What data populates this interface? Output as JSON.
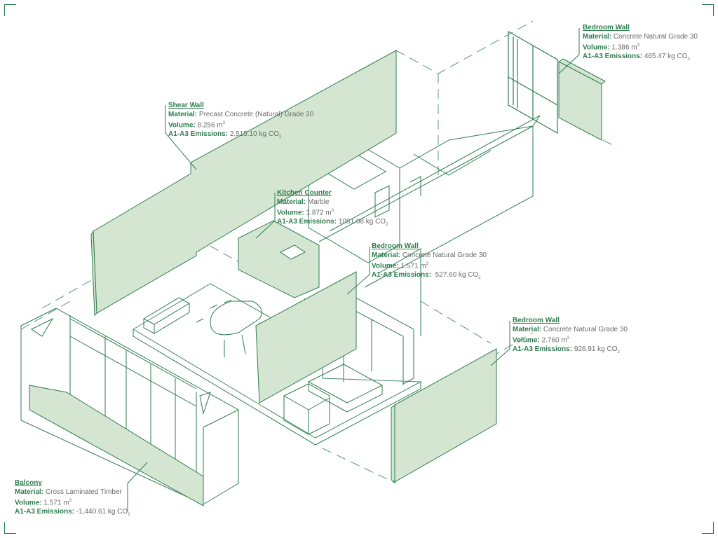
{
  "colors": {
    "line": "#2e7d4f",
    "fill": "#d4e6d2"
  },
  "annotations": [
    {
      "id": "bedroom-wall-top",
      "title": "Bedroom Wall",
      "material_key": "Material:",
      "material": "Concrete Natural Grade 30",
      "volume_key": "Volume:",
      "volume": "1.386 m",
      "volume_unit_sup": "3",
      "emissions_key": "A1-A3 Emissions:",
      "emissions": "465.47 kg CO",
      "emissions_sub": "2"
    },
    {
      "id": "shear-wall",
      "title": "Shear Wall",
      "material_key": "Material:",
      "material": "Precast Concrete (Natural) Grade 20",
      "volume_key": "Volume:",
      "volume": "8.256 m",
      "volume_unit_sup": "3",
      "emissions_key": "A1-A3 Emissions:",
      "emissions": "2,515.10 kg CO",
      "emissions_sub": "2"
    },
    {
      "id": "kitchen-counter",
      "title": "Kitchen Counter",
      "material_key": "Material:",
      "material": "Marble",
      "volume_key": "Volume:",
      "volume": "1.872 m",
      "volume_unit_sup": "3",
      "emissions_key": "A1-A3 Emissions:",
      "emissions": "1081.08 kg CO",
      "emissions_sub": "2"
    },
    {
      "id": "bedroom-wall-middle",
      "title": "Bedroom Wall",
      "material_key": "Material:",
      "material": "Concrete Natural Grade 30",
      "volume_key": "Volume:",
      "volume": "1.571 m",
      "volume_unit_sup": "3",
      "emissions_key": "A1-A3 Emissions:",
      "emissions": " 527.60 kg CO",
      "emissions_sub": "2"
    },
    {
      "id": "bedroom-wall-right",
      "title": "Bedroom Wall",
      "material_key": "Material:",
      "material": "Concrete Natural Grade 30",
      "volume_key": "Volume:",
      "volume": "2.760 m",
      "volume_unit_sup": "3",
      "emissions_key": "A1-A3 Emissions:",
      "emissions": "926.91 kg CO",
      "emissions_sub": "2"
    },
    {
      "id": "balcony",
      "title": "Balcony",
      "material_key": "Material:",
      "material": "Cross Laminated Timber",
      "volume_key": "Volume:",
      "volume": "1.571 m",
      "volume_unit_sup": "3",
      "emissions_key": "A1-A3 Emissions:",
      "emissions": "-1,440.61 kg CO",
      "emissions_sub": "2"
    }
  ]
}
